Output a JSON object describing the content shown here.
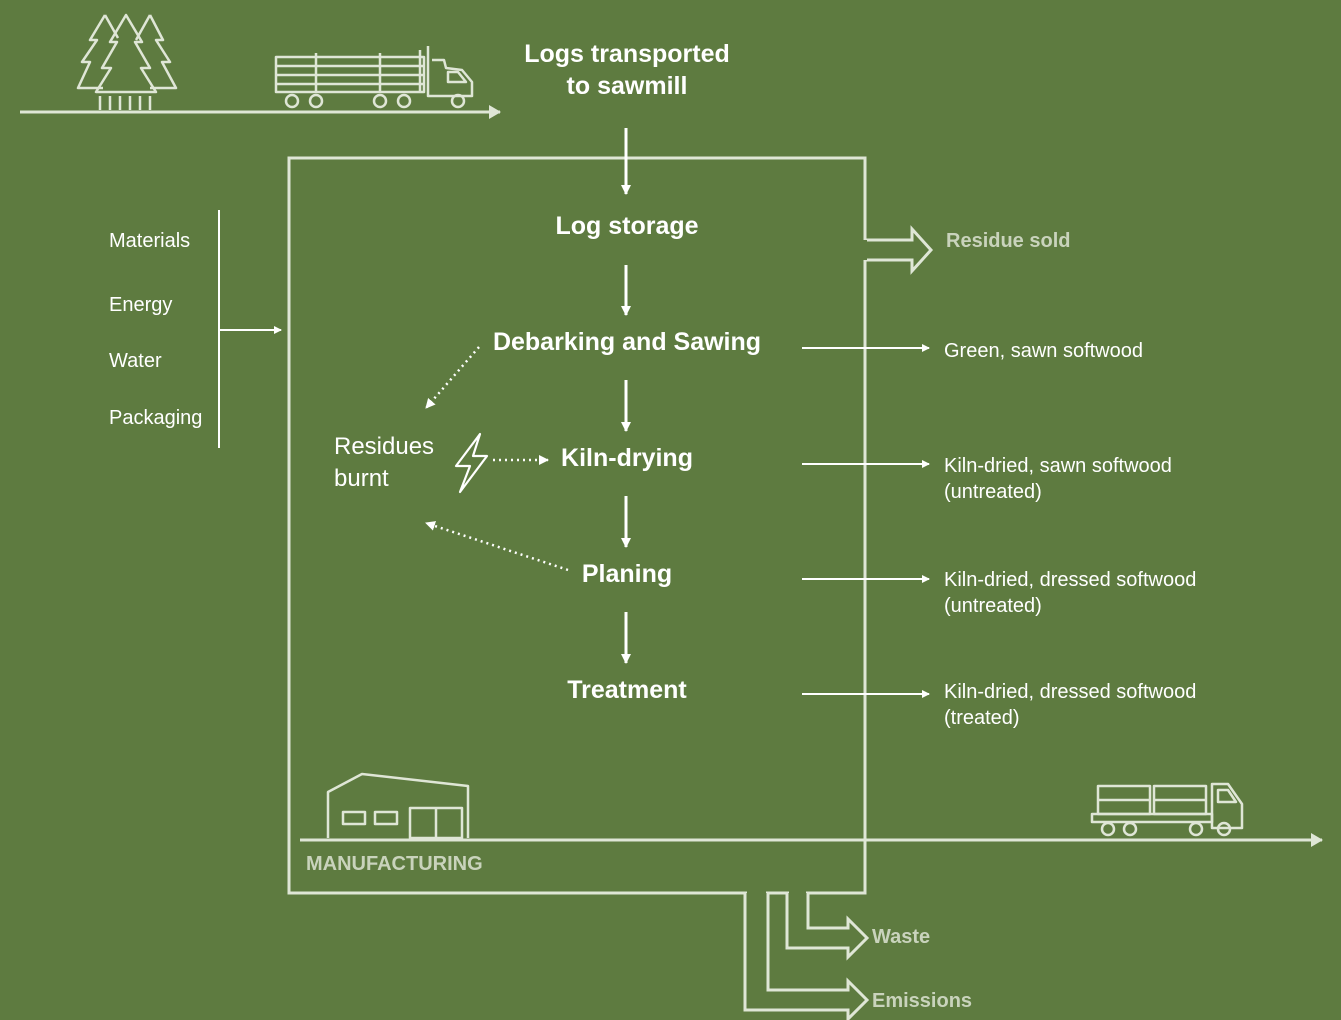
{
  "top_label": [
    "Logs transported",
    "to sawmill"
  ],
  "steps": [
    "Log storage",
    "Debarking and Sawing",
    "Kiln-drying",
    "Planing",
    "Treatment"
  ],
  "inputs": [
    "Materials",
    "Energy",
    "Water",
    "Packaging"
  ],
  "residues": [
    "Residues",
    "burnt"
  ],
  "outputs": [
    {
      "line1": "Green, sawn softwood",
      "line2": ""
    },
    {
      "line1": "Kiln-dried, sawn softwood",
      "line2": "(untreated)"
    },
    {
      "line1": "Kiln-dried, dressed softwood",
      "line2": "(untreated)"
    },
    {
      "line1": "Kiln-dried, dressed softwood",
      "line2": "(treated)"
    }
  ],
  "side_outputs": {
    "residue_sold": "Residue sold",
    "waste": "Waste",
    "emissions": "Emissions"
  },
  "boundary_label": "MANUFACTURING",
  "colors": {
    "background": "#5e7b40",
    "line": "#dfe6d6",
    "text": "#ffffff",
    "muted": "#c9d3bc"
  },
  "icons": [
    "tree-icon",
    "log-truck-icon",
    "factory-icon",
    "delivery-truck-icon",
    "lightning-icon"
  ]
}
